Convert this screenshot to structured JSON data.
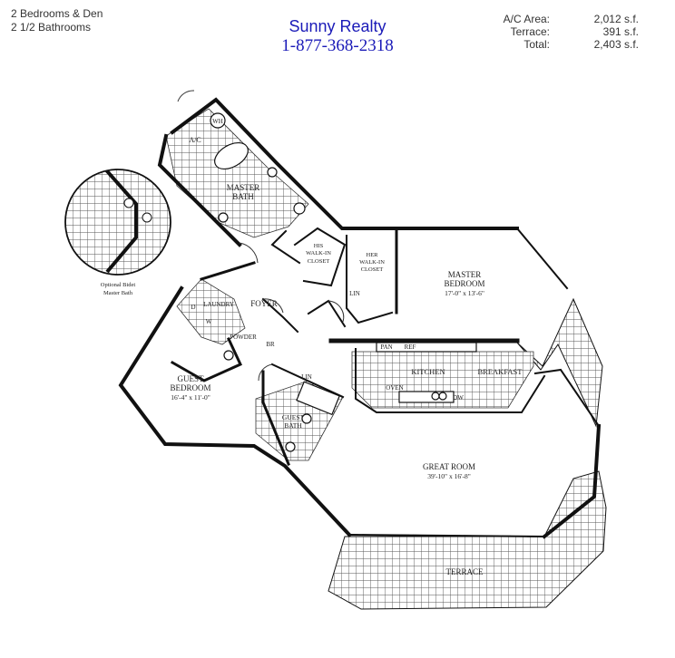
{
  "header": {
    "bedrooms": "2 Bedrooms & Den",
    "bathrooms": "2 1/2 Bathrooms",
    "realty_name": "Sunny Realty",
    "realty_phone": "1-877-368-2318",
    "areas": [
      {
        "label": "A/C Area:",
        "value": "2,012 s.f."
      },
      {
        "label": "Terrace:",
        "value": "391 s.f."
      },
      {
        "label": "Total:",
        "value": "2,403 s.f."
      }
    ]
  },
  "plan": {
    "wh": "WH",
    "ac": "A/C",
    "master_bath": [
      "MASTER",
      "BATH"
    ],
    "his_closet": [
      "HIS",
      "WALK-IN",
      "CLOSET"
    ],
    "her_closet": [
      "HER",
      "WALK-IN",
      "CLOSET"
    ],
    "lin_master": "LIN",
    "master_bedroom": [
      "MASTER",
      "BEDROOM",
      "17'-0\" x 13'-6\""
    ],
    "foyer": "FOYER",
    "laundry": "LAUNDRY",
    "d": "D",
    "w": "W",
    "powder": "POWDER",
    "br": "BR",
    "pan": "PAN",
    "ref": "REF",
    "kitchen": "KITCHEN",
    "breakfast": "BREAKFAST",
    "oven": "OVEN",
    "dw": "DW",
    "guest_bedroom": [
      "GUEST",
      "BEDROOM",
      "16'-4\" x 11'-0\""
    ],
    "lin_guest": "LIN",
    "guest_bath": [
      "GUEST",
      "BATH"
    ],
    "great_room": [
      "GREAT ROOM",
      "39'-10\" x 16'-8\""
    ],
    "terrace": "TERRACE",
    "optional_note": [
      "Optional Bidet",
      "Master Bath"
    ]
  }
}
